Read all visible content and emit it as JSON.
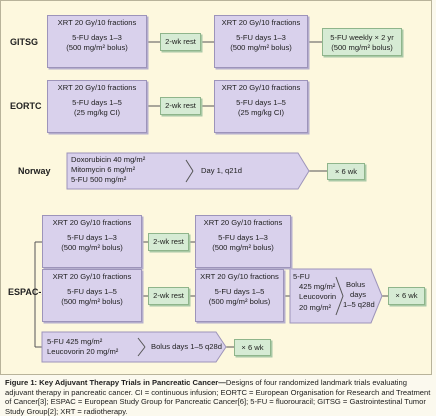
{
  "trials": {
    "gitsg": {
      "label": "GITSG",
      "box1": [
        "XRT 20 Gy/10 fractions",
        "5-FU days 1–3",
        "(500 mg/m² bolus)"
      ],
      "rest": "2-wk rest",
      "box2": [
        "XRT 20 Gy/10 fractions",
        "5-FU days 1–3",
        "(500 mg/m² bolus)"
      ],
      "maint": [
        "5-FU weekly × 2 yr",
        "(500 mg/m² bolus)"
      ]
    },
    "eortc": {
      "label": "EORTC",
      "box1": [
        "XRT 20 Gy/10 fractions",
        "5-FU days 1–5",
        "(25 mg/kg CI)"
      ],
      "rest": "2-wk rest",
      "box2": [
        "XRT 20 Gy/10 fractions",
        "5-FU days 1–5",
        "(25 mg/kg CI)"
      ]
    },
    "norway": {
      "label": "Norway",
      "box": [
        "Doxorubicin 40 mg/m²",
        "Mitomycin 6 mg/m²",
        "5-FU 500 mg/m²"
      ],
      "schedule": "Day 1, q21d",
      "repeat": "× 6 wk"
    },
    "espac": {
      "label": "ESPAC-1",
      "row1": {
        "box1": [
          "XRT 20 Gy/10 fractions",
          "5-FU days 1–3",
          "(500 mg/m² bolus)"
        ],
        "rest": "2-wk rest",
        "box2": [
          "XRT 20 Gy/10 fractions",
          "5-FU days 1–3",
          "(500 mg/m² bolus)"
        ]
      },
      "row2": {
        "box1": [
          "XRT 20 Gy/10 fractions",
          "5-FU days 1–5",
          "(500 mg/m² bolus)"
        ],
        "rest": "2-wk rest",
        "box2": [
          "XRT 20 Gy/10 fractions",
          "5-FU days 1–5",
          "(500 mg/m² bolus)"
        ],
        "chemo": [
          "5-FU",
          "425 mg/m²",
          "Leucovorin",
          "20 mg/m²"
        ],
        "bolus": [
          "Bolus",
          "days",
          "1–5 q28d"
        ],
        "repeat": "× 6 wk"
      },
      "row3": {
        "box": [
          "5-FU 425 mg/m²",
          "Leucovorin 20 mg/m²"
        ],
        "bolus": "Bolus days 1–5 q28d",
        "repeat": "× 6 wk"
      }
    }
  },
  "caption": {
    "title": "Figure 1: Key Adjuvant Therapy Trials in Pancreatic Cancer—",
    "text": "Designs of four randomized landmark trials evaluating adjuvant therapy in pancreatic cancer. CI = continuous infusion; EORTC = European Organisation for Research and Treatment of Cancer[3]; ESPAC = European Study Group for Pancreatic Cancer[6]; 5-FU = fluorouracil; GITSG = Gastrointestinal Tumor Study Group[2]; XRT = radiotherapy."
  },
  "colors": {
    "panel": "#fdf8de",
    "purple_box": "#d9d1ec",
    "green_box": "#d6ebd4",
    "line": "#5a5a5a"
  }
}
